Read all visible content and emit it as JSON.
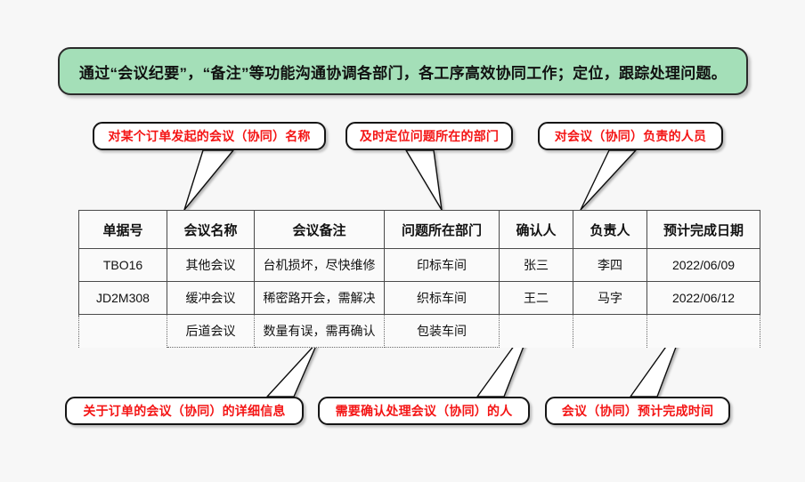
{
  "banner": {
    "text": "通过“会议纪要”，“备注”等功能沟通协调各部门，各工序高效协同工作；定位，跟踪处理问题。",
    "bg_color": "#a4dfb8",
    "border_color": "#2b2b2b"
  },
  "callouts": {
    "accent_color": "#f41515",
    "top": [
      {
        "id": "meeting-name",
        "text": "对某个订单发起的会议（协同）名称"
      },
      {
        "id": "problem-department",
        "text": "及时定位问题所在的部门"
      },
      {
        "id": "owner-person",
        "text": "对会议（协同）负责的人员"
      }
    ],
    "bottom": [
      {
        "id": "order-meeting-detail",
        "text": "关于订单的会议（协同）的详细信息"
      },
      {
        "id": "confirm-person",
        "text": "需要确认处理会议（协同）的人"
      },
      {
        "id": "expected-finish-time",
        "text": "会议（协同）预计完成时间"
      }
    ]
  },
  "table": {
    "headers": [
      "单据号",
      "会议名称",
      "会议备注",
      "问题所在部门",
      "确认人",
      "负责人",
      "预计完成日期"
    ],
    "rows": [
      {
        "kind": "solid",
        "cells": [
          "TBO16",
          "其他会议",
          "台机损坏，尽快维修",
          "印标车间",
          "张三",
          "李四",
          "2022/06/09"
        ]
      },
      {
        "kind": "solid",
        "cells": [
          "JD2M308",
          "缓冲会议",
          "稀密路开会，需解决",
          "织标车间",
          "王二",
          "马字",
          "2022/06/12"
        ]
      },
      {
        "kind": "ghost",
        "cells": [
          "",
          "后道会议",
          "数量有误，需再确认",
          "包装车间",
          "",
          "",
          ""
        ]
      }
    ]
  }
}
